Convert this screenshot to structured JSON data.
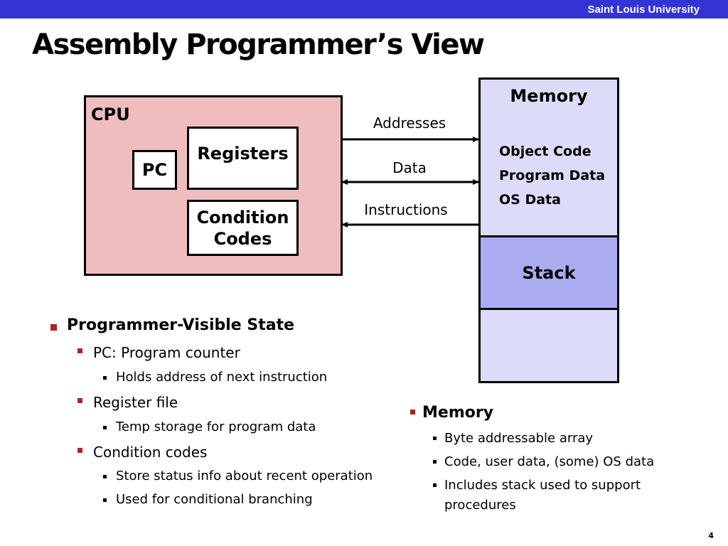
{
  "header": {
    "university": "Saint Louis University"
  },
  "title": "Assembly Programmer’s View",
  "diagram": {
    "cpu": {
      "label": "CPU",
      "pc": "PC",
      "registers": "Registers",
      "condition_codes": "Condition\nCodes"
    },
    "arrows": {
      "addresses": "Addresses",
      "data": "Data",
      "instructions": "Instructions"
    },
    "memory": {
      "label": "Memory",
      "items": [
        "Object Code",
        "Program Data",
        "OS Data"
      ],
      "stack": "Stack"
    }
  },
  "left_bullets": {
    "heading": "Programmer-Visible State",
    "items": [
      {
        "label": "PC: Program counter",
        "sub": [
          "Holds address of next instruction"
        ]
      },
      {
        "label": "Register file",
        "sub": [
          "Temp storage for program data"
        ]
      },
      {
        "label": "Condition codes",
        "sub": [
          "Store status info about recent operation",
          "Used for conditional branching"
        ]
      }
    ]
  },
  "right_bullets": {
    "heading": "Memory",
    "items": [
      "Byte addressable array",
      "Code, user data, (some) OS data",
      "Includes stack used to support",
      "procedures"
    ]
  },
  "page_number": "4",
  "colors": {
    "topbar": "#3434d6",
    "cpu_fill": "#efbdbe",
    "memory_fill": "#dcdcf8",
    "stack_fill": "#ababf0",
    "bullet": "#b22222"
  }
}
